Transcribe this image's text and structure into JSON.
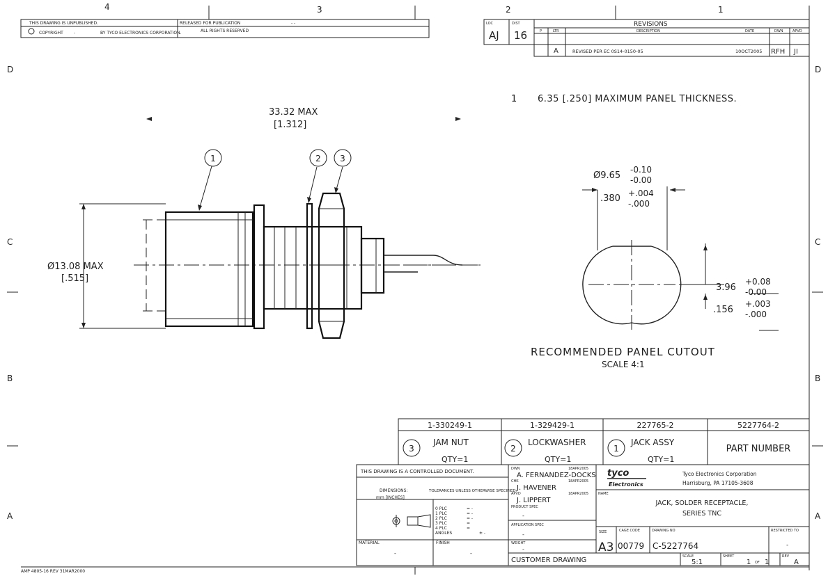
{
  "zones": {
    "columns": [
      "4",
      "3",
      "2",
      "1"
    ],
    "rows": [
      "D",
      "C",
      "B",
      "A"
    ]
  },
  "header": {
    "unpublished": "THIS DRAWING IS UNPUBLISHED.",
    "released": "RELEASED FOR PUBLICATION",
    "released_value": "- -",
    "copyright_prefix": "COPYRIGHT",
    "copyright_dash": "-",
    "copyright_by": "BY TYCO ELECTRONICS CORPORATION.",
    "rights": "ALL RIGHTS RESERVED",
    "loc_label": "LOC",
    "loc_value": "AJ",
    "dist_label": "DIST",
    "dist_value": "16"
  },
  "revisions": {
    "title": "REVISIONS",
    "col_p": "P",
    "col_ltr": "LTR",
    "col_desc": "DESCRIPTION",
    "col_date": "DATE",
    "col_dwn": "DWN",
    "col_apvd": "APVD",
    "row": {
      "ltr": "A",
      "desc": "REVISED PER EC 0S14-0150-05",
      "date": "10OCT2005",
      "dwn": "RFH",
      "apvd": "JI"
    }
  },
  "note": {
    "number": "1",
    "text": "6.35 [.250] MAXIMUM PANEL THICKNESS."
  },
  "dimensions": {
    "length_mm": "33.32 MAX",
    "length_in": "[1.312]",
    "diameter_mm": "Ø13.08 MAX",
    "diameter_in": "[.515]",
    "flat_mm": "Ø9.65",
    "flat_mm_tol_plus": "-0.10",
    "flat_mm_tol_minus": "-0.00",
    "flat_in": ".380",
    "flat_in_tol_plus": "+.004",
    "flat_in_tol_minus": "-.000",
    "cut_mm": "3.96",
    "cut_mm_tol_plus": "+0.08",
    "cut_mm_tol_minus": "-0.00",
    "cut_in": ".156",
    "cut_in_tol_plus": "+.003",
    "cut_in_tol_minus": "-.000"
  },
  "balloons": [
    "1",
    "2",
    "3"
  ],
  "cutout": {
    "title": "RECOMMENDED PANEL CUTOUT",
    "scale": "SCALE 4:1"
  },
  "bom": [
    {
      "part": "1-330249-1",
      "item": "3",
      "name": "JAM NUT",
      "qty": "QTY=1"
    },
    {
      "part": "1-329429-1",
      "item": "2",
      "name": "LOCKWASHER",
      "qty": "QTY=1"
    },
    {
      "part": "227765-2",
      "item": "1",
      "name": "JACK ASSY",
      "qty": "QTY=1"
    }
  ],
  "bom_header": {
    "part": "5227764-2",
    "label": "PART NUMBER"
  },
  "title_block": {
    "control": "THIS DRAWING IS A CONTROLLED DOCUMENT.",
    "dimensions_label": "DIMENSIONS:",
    "dimensions_units": "mm [INCHES]",
    "tolerances": "TOLERANCES UNLESS OTHERWISE SPECIFIED:",
    "tol_rows": [
      "0 PLC",
      "1 PLC",
      "2 PLC",
      "3 PLC",
      "4 PLC",
      "ANGLES"
    ],
    "tol_vals": [
      "= -",
      "= -",
      "= -",
      "=",
      "=",
      "± -"
    ],
    "material_label": "MATERIAL",
    "material_value": "-",
    "finish_label": "FINISH",
    "finish_value": "-",
    "dwn_label": "DWN",
    "dwn_name": "A. FERNANDEZ-DOCKS",
    "dwn_date": "18APR2005",
    "chk_label": "CHK",
    "chk_name": "J. HAVENER",
    "chk_date": "18APR2005",
    "appd_label": "APVD",
    "appd_name": "J. LIPPERT",
    "appd_date": "18APR2005",
    "product_spec_label": "PRODUCT SPEC",
    "product_spec_value": "-",
    "application_spec_label": "APPLICATION SPEC",
    "application_spec_value": "-",
    "weight_label": "WEIGHT",
    "weight_value": "-",
    "customer_drawing": "CUSTOMER DRAWING",
    "logo_top": "tyco",
    "logo_bottom": "Electronics",
    "company": "Tyco Electronics Corporation",
    "address": "Harrisburg, PA 17105-3608",
    "name_label": "NAME",
    "name_line1": "JACK, SOLDER RECEPTACLE,",
    "name_line2": "SERIES TNC",
    "size_label": "SIZE",
    "size_value": "A3",
    "cage_label": "CAGE CODE",
    "cage_value": "00779",
    "drawing_no_label": "DRAWING NO",
    "drawing_no_value": "C-5227764",
    "restricted_label": "RESTRICTED TO",
    "restricted_value": "-",
    "scale_label": "SCALE",
    "scale_value": "5:1",
    "sheet_label": "SHEET",
    "sheet_value": "1",
    "sheet_of": "OF",
    "sheet_total": "1",
    "rev_label": "REV",
    "rev_value": "A"
  },
  "footer": {
    "form": "AMP 4805-16 REV 31MAR2000"
  }
}
